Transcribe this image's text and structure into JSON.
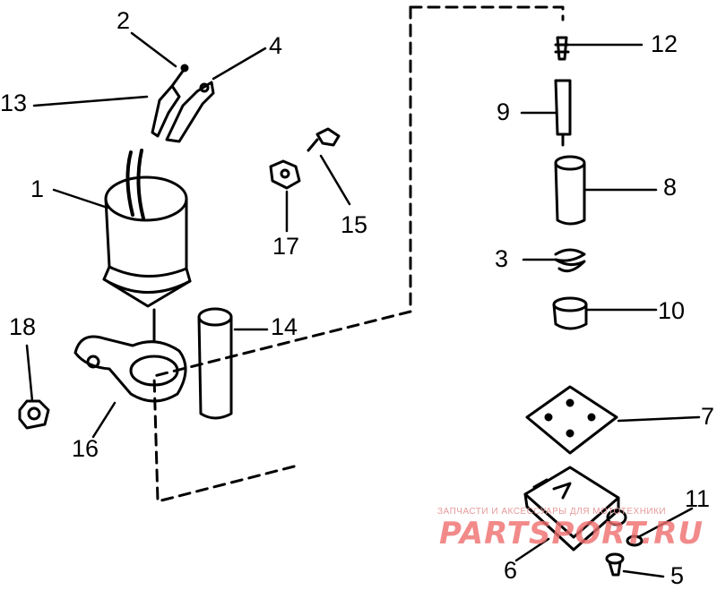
{
  "callouts": [
    {
      "id": "c1",
      "text": "1"
    },
    {
      "id": "c2",
      "text": "2"
    },
    {
      "id": "c3",
      "text": "3"
    },
    {
      "id": "c4",
      "text": "4"
    },
    {
      "id": "c5",
      "text": "5"
    },
    {
      "id": "c6",
      "text": "6"
    },
    {
      "id": "c7",
      "text": "7"
    },
    {
      "id": "c8",
      "text": "8"
    },
    {
      "id": "c9",
      "text": "9"
    },
    {
      "id": "c10",
      "text": "10"
    },
    {
      "id": "c11",
      "text": "11"
    },
    {
      "id": "c12",
      "text": "12"
    },
    {
      "id": "c13",
      "text": "13"
    },
    {
      "id": "c14",
      "text": "14"
    },
    {
      "id": "c15",
      "text": "15"
    },
    {
      "id": "c16",
      "text": "16"
    },
    {
      "id": "c17",
      "text": "17"
    },
    {
      "id": "c18",
      "text": "18"
    }
  ],
  "watermark": {
    "tagline": "ЗАПЧАСТИ И АКСЕССУАРЫ ДЛЯ МОТОТЕХНИКИ",
    "site": "PARTSPORT.RU"
  },
  "colors": {
    "ink": "#000000",
    "watermark": "#ef6e6e"
  }
}
